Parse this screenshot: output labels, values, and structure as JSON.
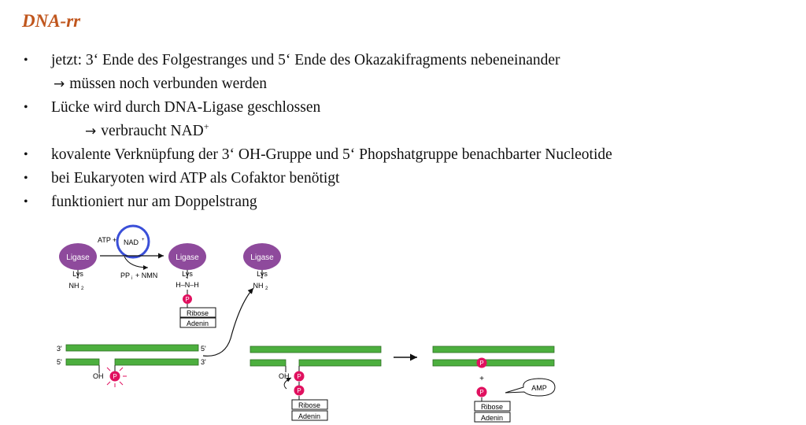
{
  "title": "DNA-rr",
  "bullets": [
    {
      "text": "jetzt: 3‘ Ende des Folgestranges und 5‘ Ende des Okazakifragments nebeneinander",
      "sub": "müssen noch verbunden werden"
    },
    {
      "text": "Lücke wird durch DNA-Ligase geschlossen",
      "sub_text": "verbraucht NAD",
      "sub_sup": "+"
    },
    {
      "text": "kovalente Verknüpfung der 3‘ OH-Gruppe und 5‘ Phopshatgruppe benachbarter Nucleotide"
    },
    {
      "text": "bei Eukaryoten wird ATP als Cofaktor benötigt"
    },
    {
      "text": "funktioniert nur am Doppelstrang"
    }
  ],
  "bullet_glyph": "•",
  "arrow_glyph": "→",
  "diagram": {
    "ligase_label": "Ligase",
    "lys_label": "Lys",
    "nh": "NH",
    "sub2": "2",
    "atp_label": "ATP",
    "nad_label": "NAD",
    "plus": "+",
    "ppi_label": "PP",
    "sub_i": "i",
    "nmn_label": "+ NMN",
    "hnnh_label": "H–N–H",
    "p_label": "P",
    "ribose_label": "Ribose",
    "adenin_label": "Adenin",
    "oh_label": "OH",
    "end3": "3'",
    "end5": "5'",
    "amp_label": "AMP",
    "plus_sign": "+",
    "colors": {
      "strand": "#4caf3e",
      "ligase": "#8e4a9c",
      "phosphate": "#e0115f",
      "highlight_circle": "#3a4fd8",
      "title": "#c0561d"
    }
  }
}
